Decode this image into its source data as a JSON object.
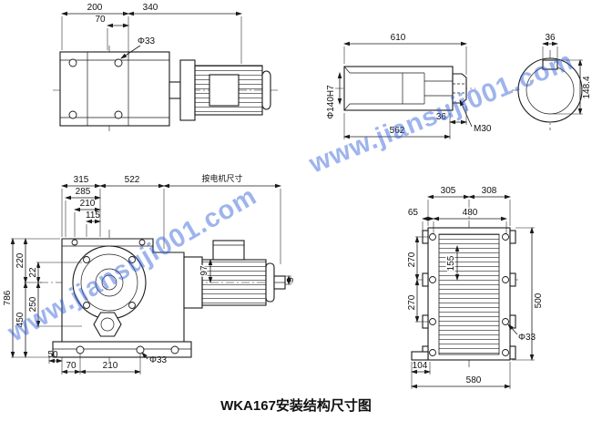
{
  "meta": {
    "title": "WKA167安装结构尺寸图",
    "watermark": "www.jiansuji001.com"
  },
  "top_view": {
    "d200": "200",
    "d340": "340",
    "d70": "70",
    "phi33": "Φ33"
  },
  "shaft_view": {
    "d610": "610",
    "d562": "562",
    "d36_end": "36",
    "m30": "M30",
    "phi140": "Φ140H7",
    "d36_key": "36",
    "d148": "148.4"
  },
  "front_view": {
    "d315": "315",
    "d522": "522",
    "motor_note": "按电机尺寸",
    "d285": "285",
    "d210_top": "210",
    "d115": "115",
    "d97": "97",
    "d220": "220",
    "d22": "22",
    "d250": "250",
    "d786": "786",
    "d450": "450",
    "d9": "9",
    "d50": "50",
    "d70": "70",
    "d210_bottom": "210",
    "phi33": "Φ33"
  },
  "side_view": {
    "d305": "305",
    "d308": "308",
    "d65": "65",
    "d480": "480",
    "d155": "155",
    "d270_top": "270",
    "d270_bottom": "270",
    "phi33": "Φ33",
    "d500": "500",
    "d104": "104",
    "d580": "580"
  }
}
